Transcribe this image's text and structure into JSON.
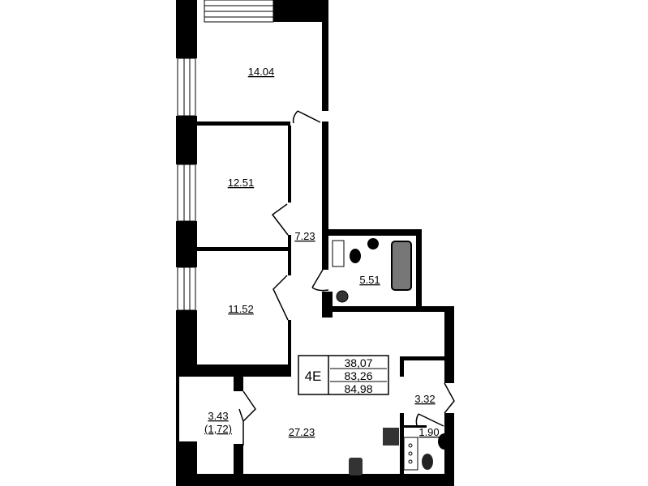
{
  "apartment": {
    "code": "4E",
    "living_area": "38,07",
    "total_area": "83,26",
    "total_area_with_balcony": "84,98"
  },
  "rooms": {
    "bedroom_top": "14.04",
    "bedroom_middle": "12.51",
    "bedroom_bottom": "11.52",
    "corridor": "7.23",
    "bathroom": "5.51",
    "living_kitchen": "27.23",
    "hall": "3.32",
    "wc": "1.90",
    "balcony": "3.43",
    "balcony_reduced": "(1,72)"
  },
  "colors": {
    "wall": "#000000",
    "background": "#ffffff",
    "fixture": "#555555"
  }
}
